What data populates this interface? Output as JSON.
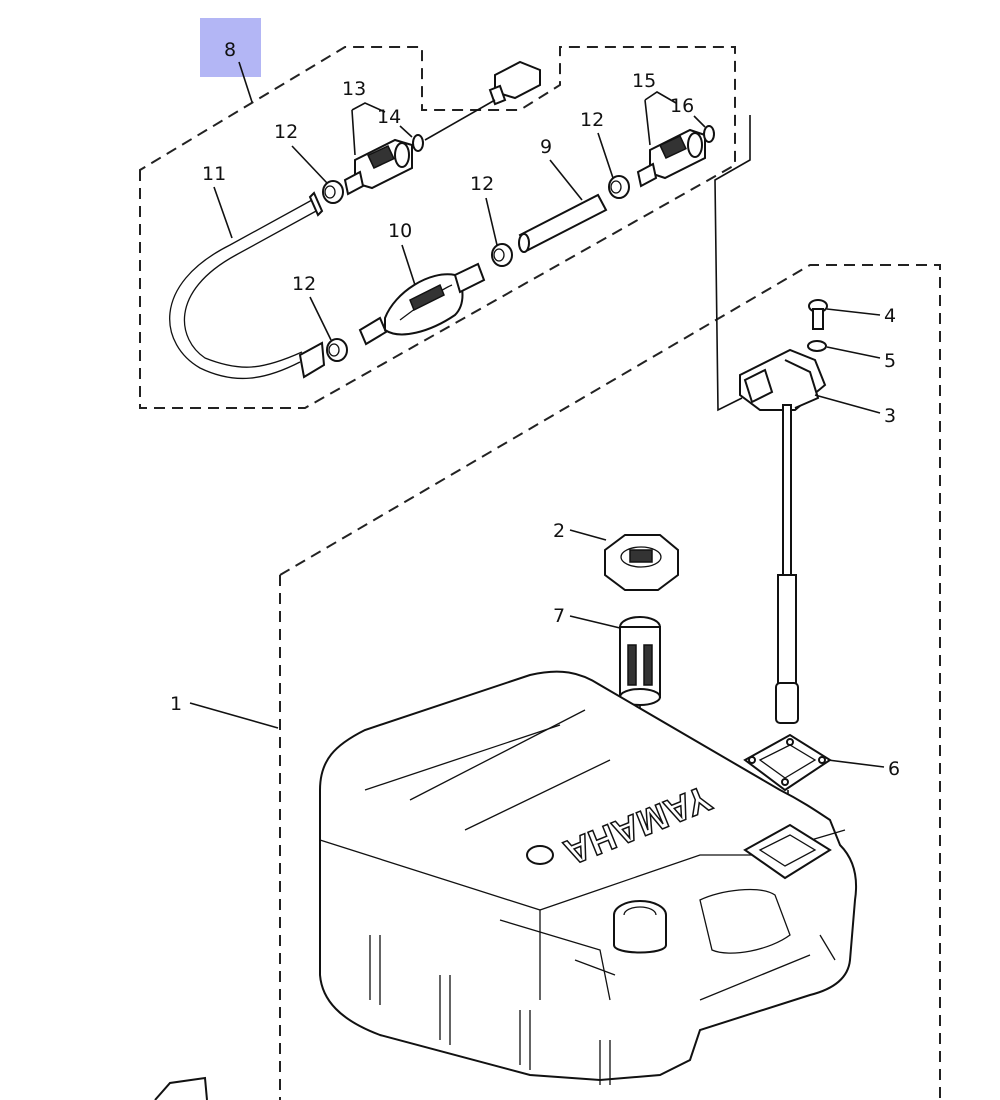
{
  "highlight": {
    "label": "8",
    "color": "#b3b6f5"
  },
  "tank_brand_text": "YAMAHA",
  "callouts": {
    "c1": "1",
    "c2": "2",
    "c3": "3",
    "c4": "4",
    "c5": "5",
    "c6": "6",
    "c7": "7",
    "c9": "9",
    "c10": "10",
    "c11": "11",
    "c12a": "12",
    "c12b": "12",
    "c12c": "12",
    "c12d": "12",
    "c13": "13",
    "c14": "14",
    "c15": "15",
    "c16": "16"
  }
}
